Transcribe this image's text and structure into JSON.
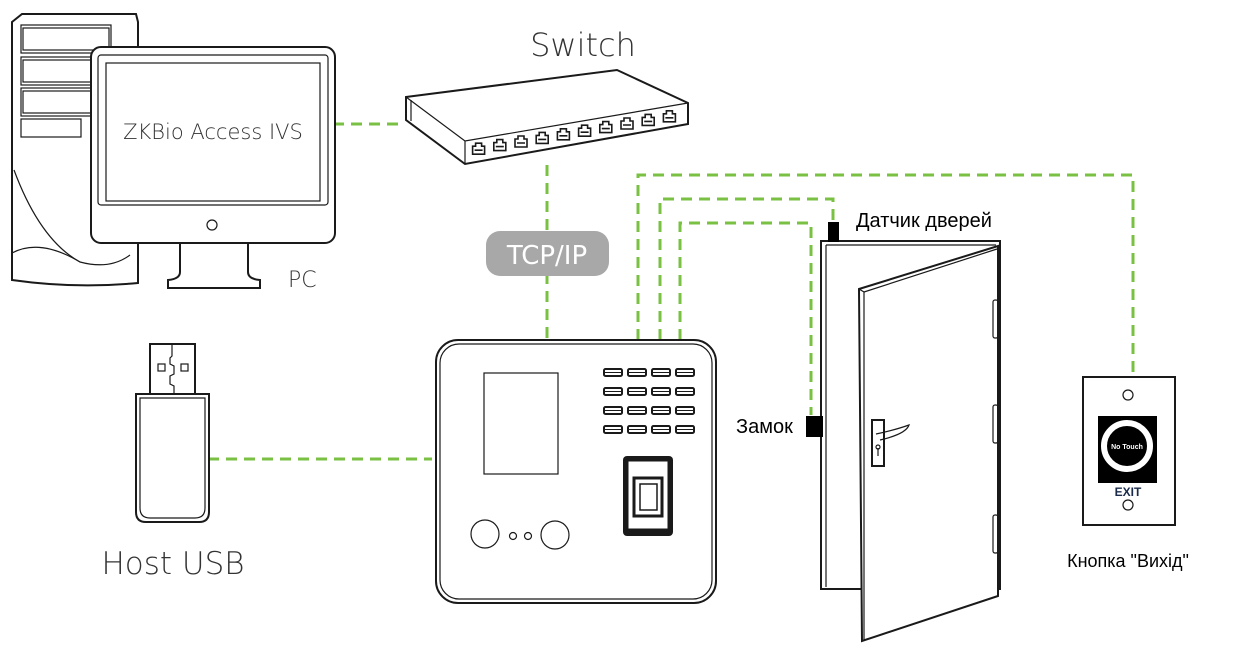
{
  "diagram": {
    "title": "ZKBio Access IVS wiring diagram",
    "colors": {
      "wire": "#7ac143",
      "badge": "#a8a8a8",
      "outline": "#1a1a1a"
    },
    "nodes": {
      "pc": {
        "label": "PC",
        "screen_text": "ZKBio Access IVS"
      },
      "switch": {
        "label": "Switch",
        "ports": 10
      },
      "usb": {
        "label": "Host USB"
      },
      "terminal": {
        "label": "",
        "keypad_rows": 4,
        "keypad_cols": 4
      },
      "door_sensor": {
        "label": "Датчик дверей"
      },
      "lock": {
        "label": "Замок"
      },
      "exit_button": {
        "label": "Кнопка \"Вихід\"",
        "inner_text": "No Touch",
        "caption": "EXIT"
      }
    },
    "connections": [
      {
        "from": "pc",
        "to": "switch",
        "style": "dashed"
      },
      {
        "from": "switch",
        "to": "terminal",
        "style": "dashed",
        "label": "TCP/IP"
      },
      {
        "from": "usb",
        "to": "terminal",
        "style": "dashed"
      },
      {
        "from": "terminal",
        "to": "exit_button",
        "style": "dashed"
      },
      {
        "from": "terminal",
        "to": "door_sensor",
        "style": "dashed"
      },
      {
        "from": "terminal",
        "to": "lock",
        "style": "dashed"
      }
    ]
  }
}
